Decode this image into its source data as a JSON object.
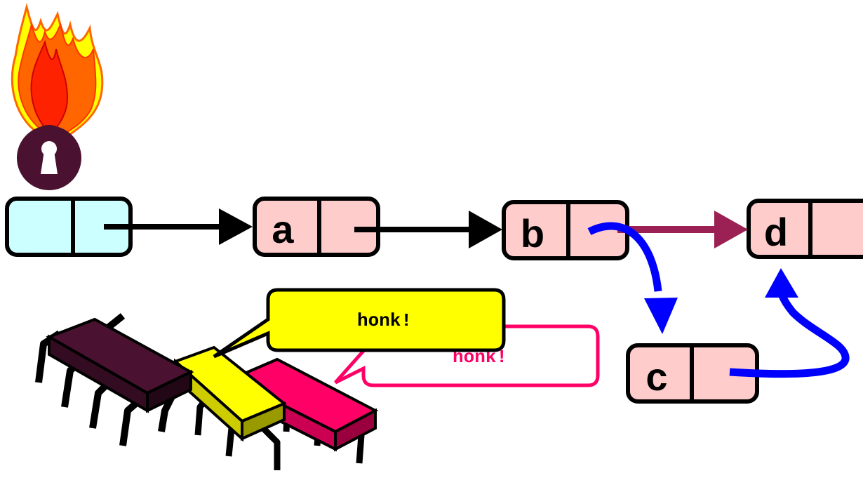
{
  "nodes": {
    "a": {
      "label": "a"
    },
    "b": {
      "label": "b"
    },
    "c": {
      "label": "c"
    },
    "d": {
      "label": "d"
    }
  },
  "bubbles": {
    "front": {
      "text": "honk!"
    },
    "back": {
      "text": "honk!"
    }
  },
  "colors": {
    "node_fill": "#ffcccc",
    "head_fill": "#ccffff",
    "arrow_black": "#000000",
    "arrow_purple": "#9b2054",
    "arrow_blue": "#0000ff",
    "lock": "#4a1230",
    "chip_dark": "#4a1230",
    "chip_yellow": "#ffff00",
    "chip_pink": "#ff0066",
    "flame_orange": "#ff6600",
    "flame_yellow": "#ffff00"
  },
  "icons": [
    "flame-icon",
    "padlock-icon",
    "chip-icon"
  ]
}
